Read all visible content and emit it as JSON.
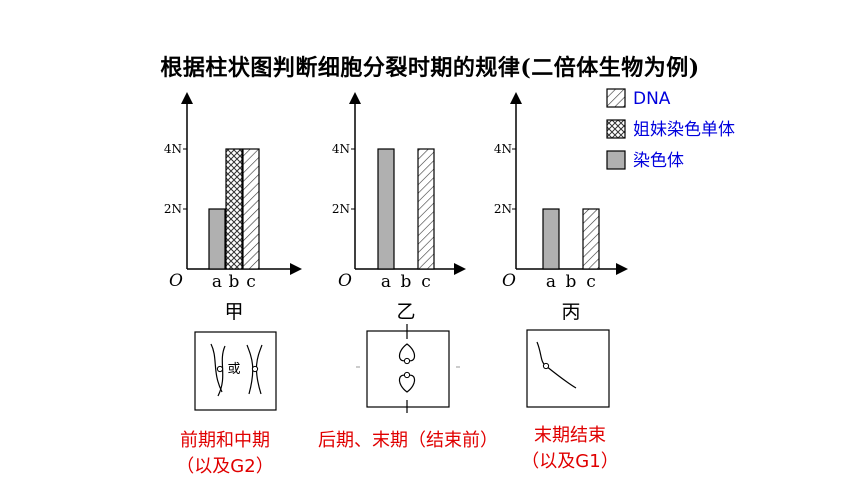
{
  "title": "根据柱状图判断细胞分裂时期的规律(二倍体生物为例)",
  "legend": [
    {
      "key": "c",
      "label": "DNA",
      "pattern": "hatch",
      "color": "#0000dd"
    },
    {
      "key": "b",
      "label": "姐妹染色单体",
      "pattern": "cross",
      "color": "#0000dd"
    },
    {
      "key": "a",
      "label": "染色体",
      "pattern": "gray",
      "color": "#0000dd"
    }
  ],
  "chart_data": [
    {
      "type": "bar",
      "name": "甲",
      "origin_label": "O",
      "categories": [
        "a",
        "b",
        "c"
      ],
      "values": [
        2,
        4,
        4
      ],
      "y_ticks": [
        {
          "value": 2,
          "label": "2N"
        },
        {
          "value": 4,
          "label": "4N"
        }
      ],
      "ylim": [
        0,
        5.5
      ]
    },
    {
      "type": "bar",
      "name": "乙",
      "origin_label": "O",
      "categories": [
        "a",
        "b",
        "c"
      ],
      "values": [
        4,
        0,
        4
      ],
      "y_ticks": [
        {
          "value": 2,
          "label": "2N"
        },
        {
          "value": 4,
          "label": "4N"
        }
      ],
      "ylim": [
        0,
        5.5
      ]
    },
    {
      "type": "bar",
      "name": "丙",
      "origin_label": "O",
      "categories": [
        "a",
        "b",
        "c"
      ],
      "values": [
        2,
        0,
        2
      ],
      "y_ticks": [
        {
          "value": 2,
          "label": "2N"
        },
        {
          "value": 4,
          "label": "4N"
        }
      ],
      "ylim": [
        0,
        5.5
      ]
    }
  ],
  "diagram_labels": [
    "或"
  ],
  "captions": [
    {
      "line1": "前期和中期",
      "line2": "（以及G2）"
    },
    {
      "line1": "后期、末期（结束前）",
      "line2": ""
    },
    {
      "line1": "末期结束",
      "line2": "（以及G1）"
    }
  ]
}
